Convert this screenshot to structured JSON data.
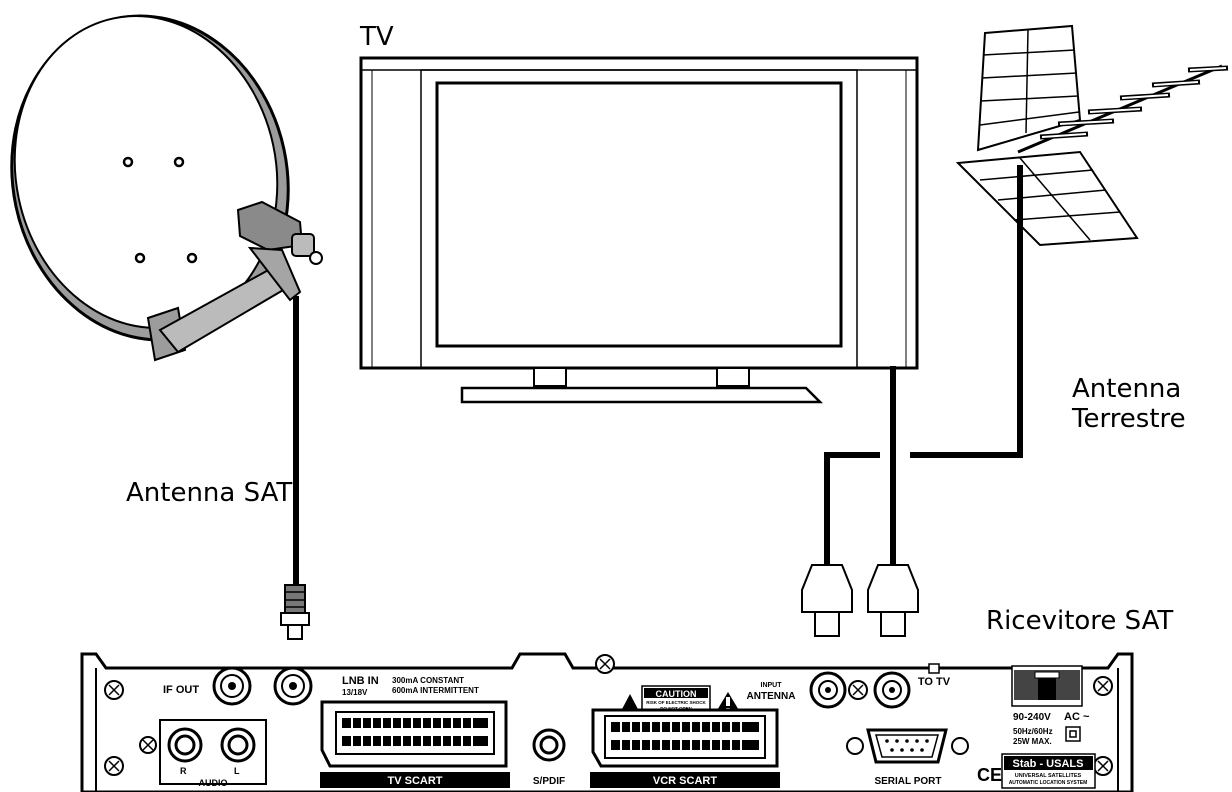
{
  "labels": {
    "tv": "TV",
    "sat_antenna": "Antenna SAT",
    "terrestrial_line1": "Antenna",
    "terrestrial_line2": "Terrestre",
    "receiver": "Ricevitore SAT"
  },
  "panel": {
    "if_out": "IF OUT",
    "lnb_in": "LNB IN",
    "lnb_voltage": "13/18V",
    "lnb_current_1": "300mA CONSTANT",
    "lnb_current_2": "600mA INTERMITTENT",
    "audio": "AUDIO",
    "audio_r": "R",
    "audio_l": "L",
    "tv_scart": "TV SCART",
    "spdif": "S/PDIF",
    "vcr_scart": "VCR SCART",
    "caution": "CAUTION",
    "caution_sub1": "RISK OF ELECTRIC SHOCK",
    "caution_sub2": "DO NOT OPEN",
    "input": "INPUT",
    "antenna": "ANTENNA",
    "to_tv": "TO TV",
    "power_volt": "90-240V",
    "power_ac": "AC ~",
    "power_hz": "50Hz/60Hz",
    "power_w": "25W  MAX.",
    "serial_port": "SERIAL PORT",
    "ce": "CE",
    "brand": "Stab - USALS",
    "brand_sub1": "UNIVERSAL SATELLITES",
    "brand_sub2": "AUTOMATIC LOCATION SYSTEM"
  }
}
